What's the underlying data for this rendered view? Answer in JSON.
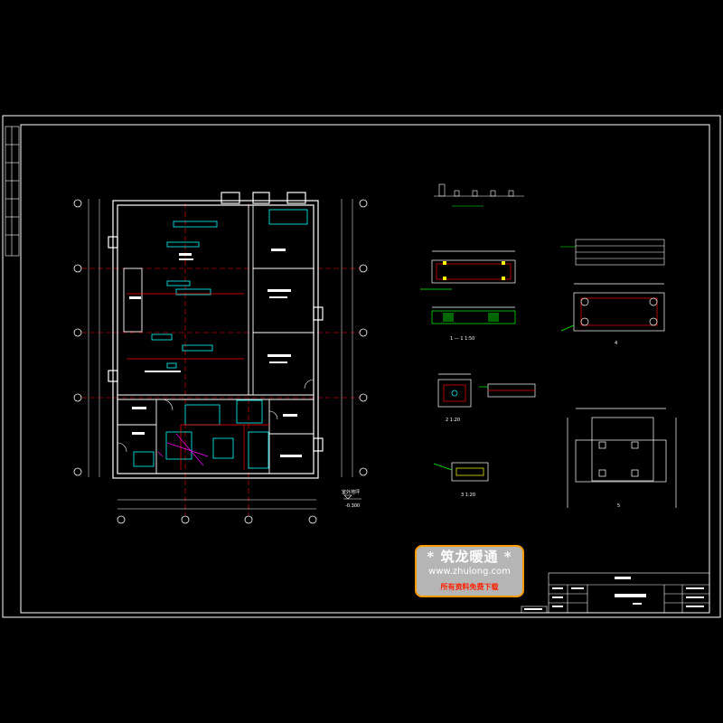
{
  "drawing": {
    "level_label": "-0.300",
    "level_prefix": "室外地坪",
    "section_labels": [
      "1 — 1 1:50",
      "2 1:20",
      "3 1:20",
      "4",
      "5"
    ]
  },
  "watermark": {
    "title": "筑龙暖通",
    "url": "www.zhulong.com",
    "note": "所有资料免费下载",
    "star": "*"
  },
  "colors": {
    "background": "#000000",
    "frame": "#ffffff",
    "red": "#ff0000",
    "cyan": "#00ffff",
    "green": "#00ff00",
    "yellow": "#ffff00",
    "magenta": "#ff00ff",
    "accent_orange": "#ff9b00"
  }
}
